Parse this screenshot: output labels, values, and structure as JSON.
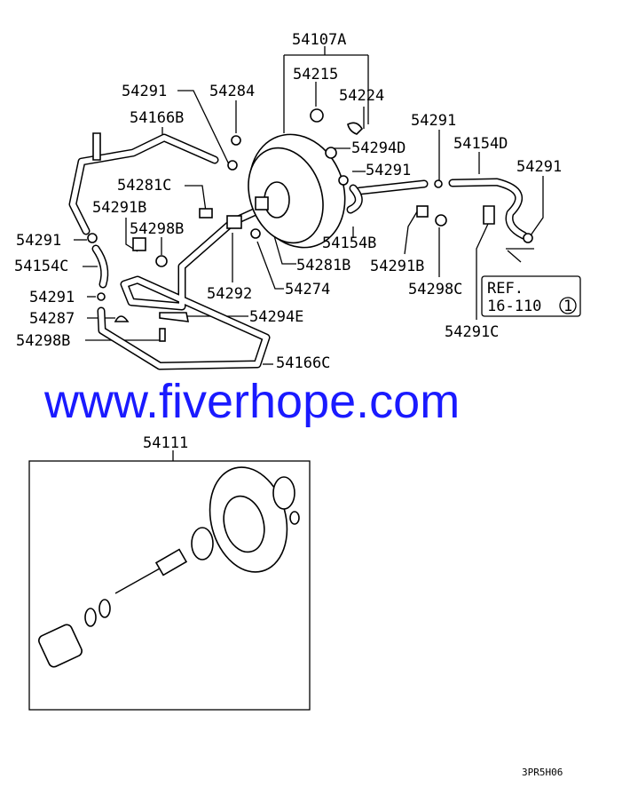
{
  "labels": {
    "assy": "54107A",
    "p54215": "54215",
    "p54224": "54224",
    "p54291_a": "54291",
    "p54284": "54284",
    "p54166B": "54166B",
    "p54294D": "54294D",
    "p54291_b": "54291",
    "p54154D": "54154D",
    "p54291_c": "54291",
    "p54291_d": "54291",
    "p54281C": "54281C",
    "p54291B_a": "54291B",
    "p54298B_a": "54298B",
    "p54291_e": "54291",
    "p54154B": "54154B",
    "p54154C": "54154C",
    "p54281B": "54281B",
    "p54291B_b": "54291B",
    "p54292": "54292",
    "p54274": "54274",
    "p54298C": "54298C",
    "p54291_f": "54291",
    "p54287": "54287",
    "p54294E": "54294E",
    "p54298B_b": "54298B",
    "p54291C": "54291C",
    "p54166C": "54166C",
    "p54111": "54111"
  },
  "reference": {
    "line1": "REF.",
    "line2": "16-110",
    "circled": "1"
  },
  "watermark": "www.fiverhope.com",
  "diagram_code": "3PR5H06"
}
